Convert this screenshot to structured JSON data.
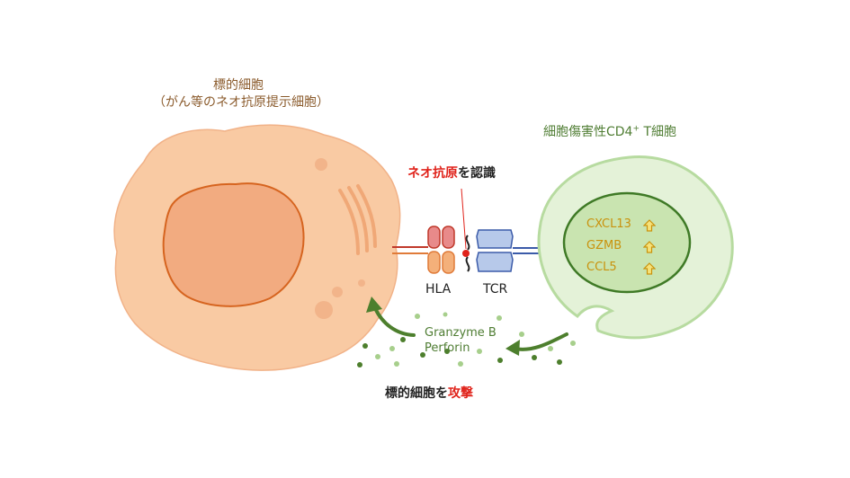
{
  "target_cell": {
    "title": "標的細胞",
    "subtitle": "（がん等のネオ抗原提示細胞）"
  },
  "t_cell": {
    "title": "細胞傷害性CD4",
    "superscript": "+",
    "title_suffix": " T細胞",
    "genes": [
      "CXCL13",
      "GZMB",
      "CCL5"
    ],
    "gene_marker": "up-arrow-icon"
  },
  "recognition": {
    "highlight": "ネオ抗原",
    "rest": "を認識"
  },
  "molecules": {
    "hla": "HLA",
    "tcr": "TCR"
  },
  "secreted": {
    "line1": "Granzyme B",
    "line2": "Perforin"
  },
  "attack": {
    "prefix": "標的細胞を",
    "highlight": "攻撃"
  },
  "colors": {
    "target_fill": "#f9caa3",
    "nucleus_fill": "#f2ab80",
    "nucleus_stroke": "#d6641f",
    "tcell_outer": "#e4f2d8",
    "tcell_inner": "#c9e4b0",
    "tcell_stroke": "#3f7a26",
    "accent_red": "#e0231b",
    "hla_red": "#e88a8a",
    "hla_orange": "#f4b07a",
    "tcr_blue": "#b7c9ea",
    "gene_text": "#c9920d"
  }
}
